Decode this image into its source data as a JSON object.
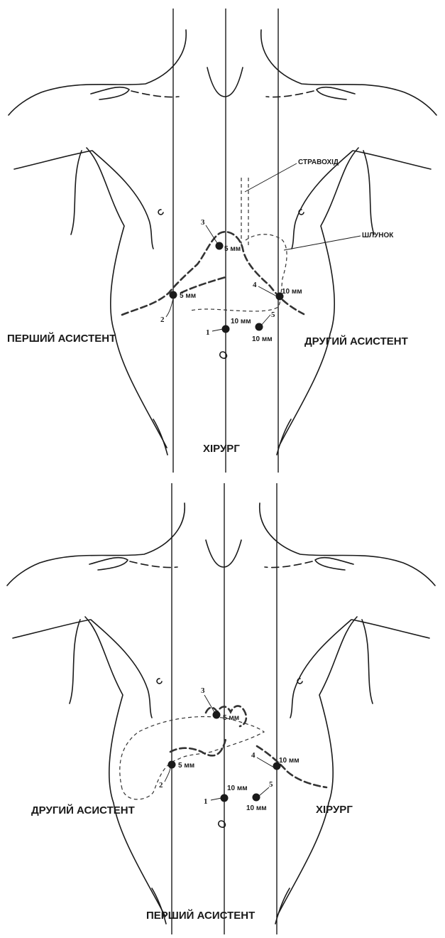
{
  "diagram_top": {
    "labels": {
      "esophagus": "СТРАВОХІД",
      "stomach": "ШЛУНОК",
      "first_assistant": "ПЕРШИЙ  АСИСТЕНТ",
      "second_assistant": "ДРУГИЙ АСИСТЕНТ",
      "surgeon": "ХІРУРГ"
    },
    "ports": [
      {
        "number": "1",
        "size": "10 мм"
      },
      {
        "number": "2",
        "size": "5 мм"
      },
      {
        "number": "3",
        "size": "5 мм"
      },
      {
        "number": "4",
        "size": "10 мм"
      },
      {
        "number": "5",
        "size": "10 мм"
      }
    ]
  },
  "diagram_bottom": {
    "labels": {
      "second_assistant": "ДРУГИЙ АСИСТЕНТ",
      "surgeon": "ХІРУРГ",
      "first_assistant": "ПЕРШИЙ  АСИСТЕНТ"
    },
    "ports": [
      {
        "number": "1",
        "size": "10 мм"
      },
      {
        "number": "2",
        "size": "5 мм"
      },
      {
        "number": "3",
        "size": "5 мм"
      },
      {
        "number": "4",
        "size": "10 мм"
      },
      {
        "number": "5",
        "size": "10 мм"
      }
    ]
  },
  "colors": {
    "ink": "#1a1a1a",
    "background": "#ffffff"
  }
}
